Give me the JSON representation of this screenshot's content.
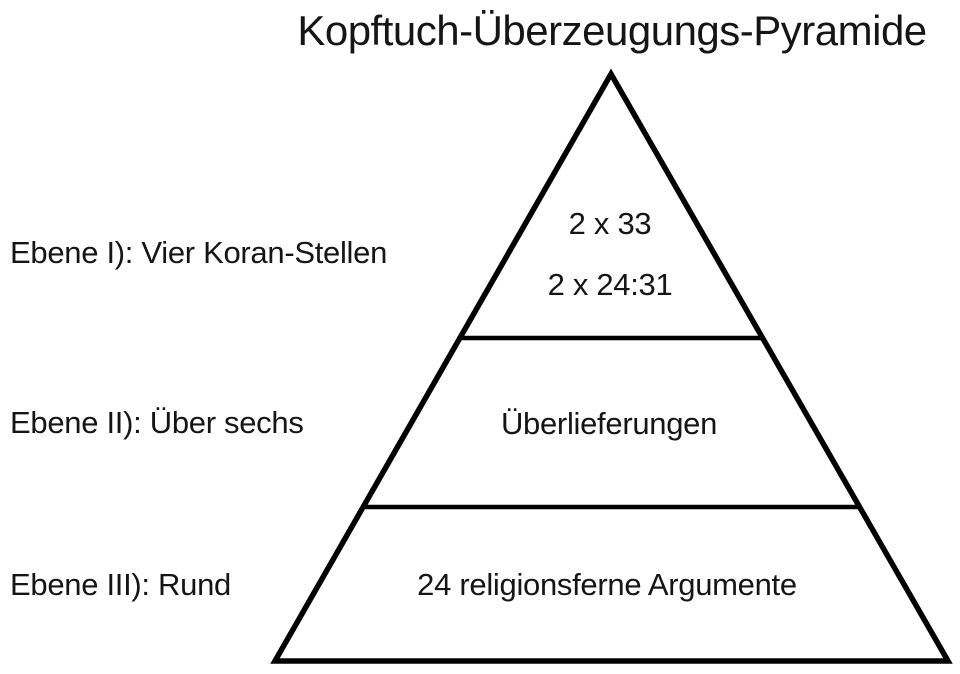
{
  "title": "Kopftuch-Überzeugungs-Pyramide",
  "pyramid": {
    "levels": [
      {
        "id": "I",
        "side_label": "Ebene I): Vier Koran-Stellen",
        "content_lines": [
          "2 x 33",
          "2 x 24:31"
        ]
      },
      {
        "id": "II",
        "side_label": "Ebene II): Über sechs",
        "content_lines": [
          "Überlieferungen"
        ]
      },
      {
        "id": "III",
        "side_label": "Ebene III): Rund",
        "content_lines": [
          "24 religionsferne Argumente"
        ]
      }
    ]
  },
  "colors": {
    "line": "#000000",
    "text": "#151515",
    "background": "#ffffff"
  }
}
